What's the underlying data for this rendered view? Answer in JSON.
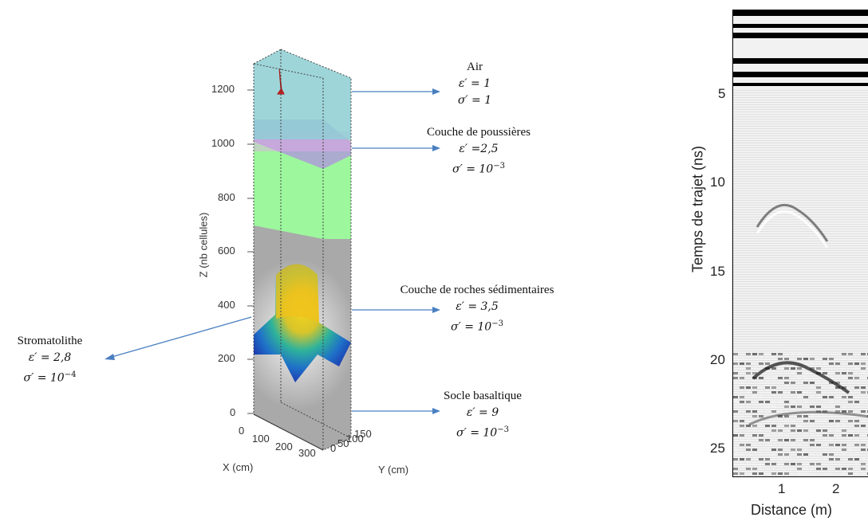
{
  "model": {
    "z_axis_label": "Z (nb cellules)",
    "x_axis_label": "X (cm)",
    "y_axis_label": "Y (cm)",
    "z_ticks": [
      "0",
      "200",
      "400",
      "600",
      "800",
      "1000",
      "1200"
    ],
    "x_ticks": [
      "0",
      "100",
      "200",
      "300"
    ],
    "y_ticks": [
      "0",
      "50",
      "100",
      "150"
    ],
    "layers": [
      {
        "name": "Air",
        "eps": "ε′ = 1",
        "sigma": "σ′ = 1",
        "sigma_exp": ""
      },
      {
        "name": "Couche de poussières",
        "eps": "ε′ =2,5",
        "sigma": "σ′ = 10",
        "sigma_exp": "−3"
      },
      {
        "name": "Couche de roches sédimentaires",
        "eps": "ε′ = 3,5",
        "sigma": "σ′ = 10",
        "sigma_exp": "−3"
      },
      {
        "name": "Socle basaltique",
        "eps": "ε′ = 9",
        "sigma": "σ′ = 10",
        "sigma_exp": "−3"
      }
    ],
    "target": {
      "name": "Stromatolithe",
      "eps": "ε′ = 2,8",
      "sigma": "σ′ = 10",
      "sigma_exp": "−4"
    },
    "colors": {
      "air": "#8ed0d2",
      "dust": "#b48ee0",
      "sediment": "#9ef59c",
      "basalt": "#a8a8a8",
      "arrow": "#4a7fc1"
    }
  },
  "radargram": {
    "ylabel": "Temps de trajet (ns)",
    "xlabel": "Distance (m)",
    "y_ticks": [
      "5",
      "10",
      "15",
      "20",
      "25"
    ],
    "x_ticks": [
      "1",
      "2"
    ]
  }
}
